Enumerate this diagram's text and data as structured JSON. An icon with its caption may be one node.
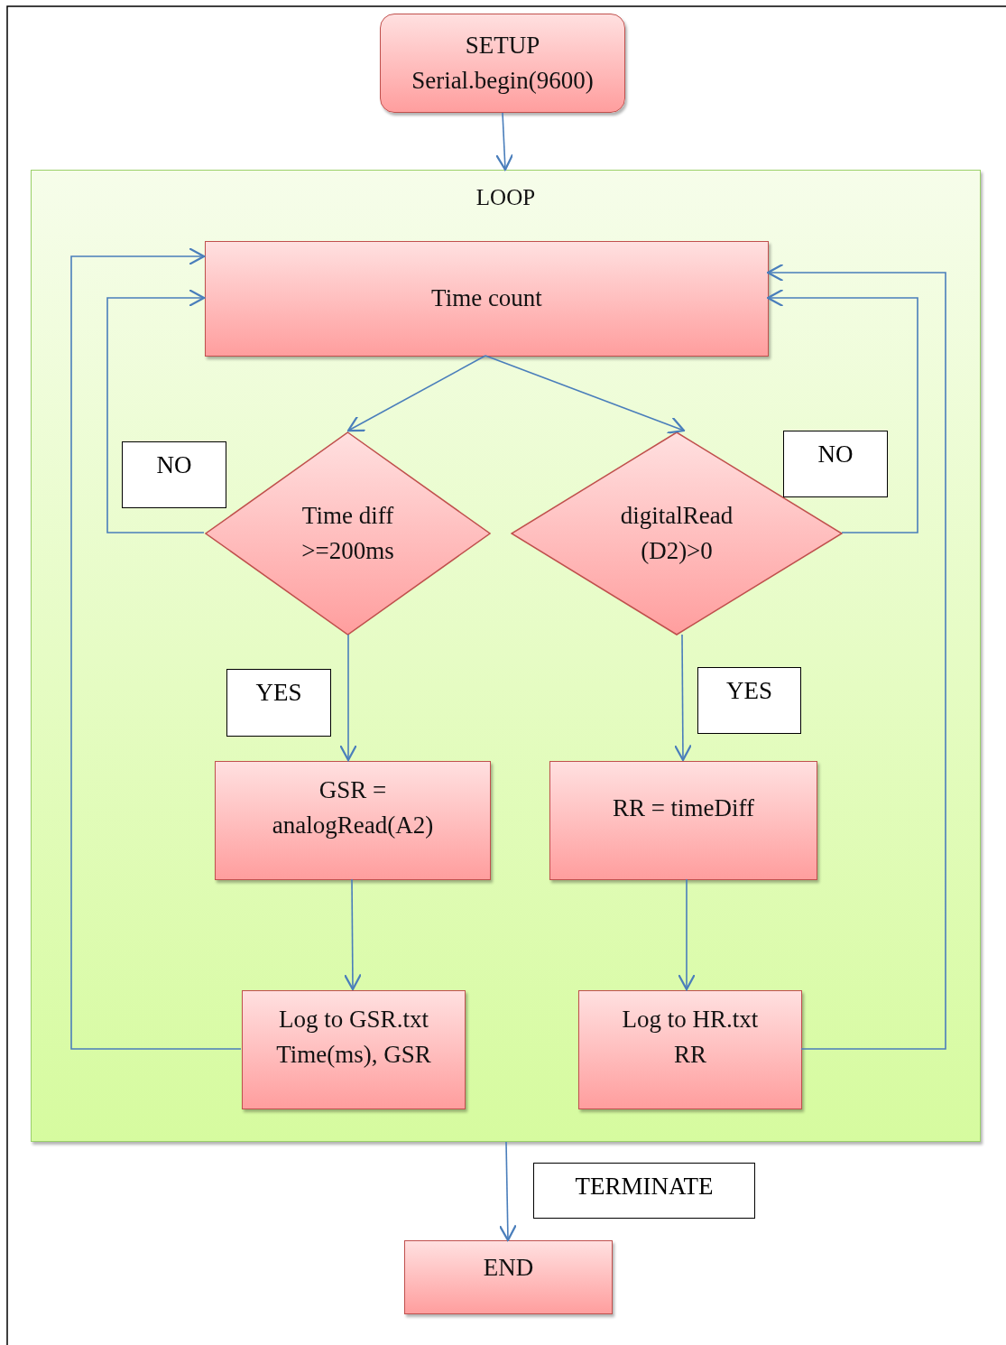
{
  "diagram": {
    "nodes": [
      {
        "text": [
          "SETUP",
          "Serial.begin(9600)"
        ]
      },
      {
        "text": [
          "LOOP"
        ]
      },
      {
        "text": [
          "Time count"
        ],
        "in": 1
      },
      {
        "text": [
          "Time diff >=200ms"
        ],
        "in": 1
      },
      {
        "text": [
          "digitalRead (D2)>0"
        ],
        "in": 1
      },
      {
        "text": [
          "GSR = analogRead(A2)"
        ],
        "in": 1
      },
      {
        "text": [
          "RR = timeDiff"
        ],
        "in": 1
      },
      {
        "text": [
          "Log to GSR.txt",
          "Time(ms), GSR"
        ],
        "in": 1
      },
      {
        "text": [
          "Log to HR.txt",
          "RR"
        ],
        "in": 1
      },
      {
        "text": [
          "END"
        ]
      }
    ],
    "edges": [
      {
        "from": 0,
        "to": 1,
        "arrow": "to"
      },
      {
        "from": 2,
        "to": 3,
        "arrow": "to"
      },
      {
        "from": 2,
        "to": 4,
        "arrow": "to"
      },
      {
        "from": 3,
        "to": 2,
        "arrow": "to",
        "label": "NO"
      },
      {
        "from": 4,
        "to": 2,
        "arrow": "to",
        "label": "NO"
      },
      {
        "from": 3,
        "to": 5,
        "arrow": "to",
        "label": "YES"
      },
      {
        "from": 4,
        "to": 6,
        "arrow": "to",
        "label": "YES"
      },
      {
        "from": 5,
        "to": 7,
        "arrow": "to"
      },
      {
        "from": 6,
        "to": 8,
        "arrow": "to"
      },
      {
        "from": 7,
        "to": 2,
        "arrow": "to"
      },
      {
        "from": 8,
        "to": 2,
        "arrow": "to"
      },
      {
        "from": 1,
        "to": 9,
        "arrow": "to",
        "label": "TERMINATE"
      }
    ]
  }
}
